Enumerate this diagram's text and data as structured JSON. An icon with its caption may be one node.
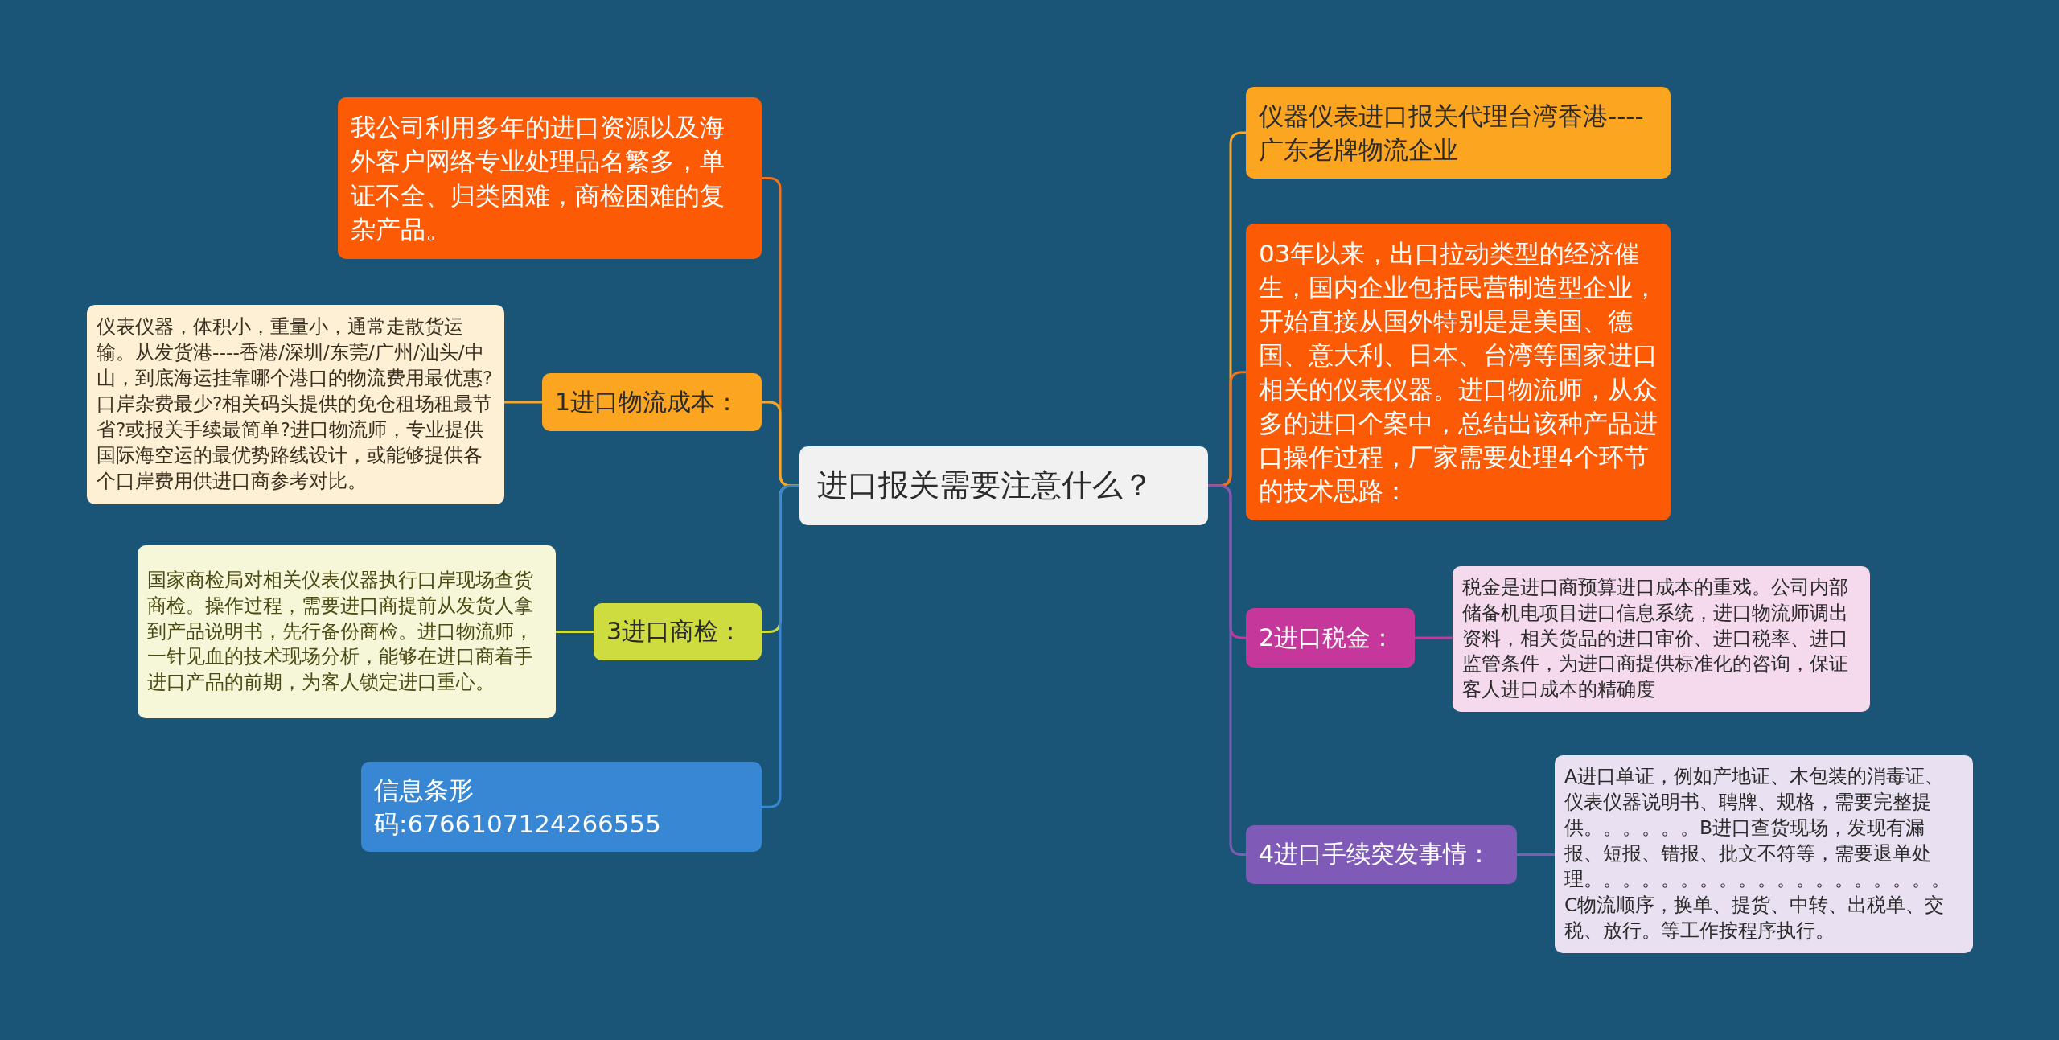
{
  "diagram": {
    "nodes": [
      {
        "text": [
          "进口报关需要注意什么？"
        ]
      },
      {
        "text": [
          "我公司利用多年的进口资源以及海外客户网络专业处理品名繁多，单证不全、归类困难，商检困难的复杂产品。"
        ]
      },
      {
        "text": [
          "1进口物流成本："
        ]
      },
      {
        "text": [
          "仪表仪器，体积小，重量小，通常走散货运输。从发货港----香港/深圳/东莞/广州/汕头/中山，到底海运挂靠哪个港口的物流费用最优惠?口岸杂费最少?相关码头提供的免仓租场租最节省?或报关手续最简单?进口物流师，专业提供国际海空运的最优势路线设计，或能够提供各个口岸费用供进口商参考对比。"
        ]
      },
      {
        "text": [
          "3进口商检："
        ]
      },
      {
        "text": [
          "国家商检局对相关仪表仪器执行口岸现场查货商检。操作过程，需要进口商提前从发货人拿到产品说明书，先行备份商检。进口物流师，一针见血的技术现场分析，能够在进口商着手进口产品的前期，为客人锁定进口重心。"
        ]
      },
      {
        "text": [
          "信息条形码:6766107124266555"
        ]
      },
      {
        "text": [
          "仪器仪表进口报关代理台湾香港----广东老牌物流企业"
        ]
      },
      {
        "text": [
          "03年以来，出口拉动类型的经济催生，国内企业包括民营制造型企业，开始直接从国外特别是是美国、德国、意大利、日本、台湾等国家进口相关的仪表仪器。进口物流师，从众多的进口个案中，总结出该种产品进口操作过程，厂家需要处理4个环节的技术思路："
        ]
      },
      {
        "text": [
          "2进口税金："
        ]
      },
      {
        "text": [
          "税金是进口商预算进口成本的重戏。公司内部储备机电项目进口信息系统，进口物流师调出资料，相关货品的进口审价、进口税率、进口监管条件，为进口商提供标准化的咨询，保证客人进口成本的精确度"
        ]
      },
      {
        "text": [
          "4进口手续突发事情："
        ]
      },
      {
        "text": [
          "A进口单证，例如产地证、木包装的消毒证、仪表仪器说明书、聘牌、规格，需要完整提供。。。。。。B进口查货现场，发现有漏报、短报、错报、批文不符等，需要退单处理。。。。。。。。。。。。。。。。。。。C物流顺序，换单、提货、中转、出税单、交税、放行。等工作按程序执行。"
        ]
      }
    ],
    "edges": [
      {
        "from": 0,
        "to": 1,
        "arrow": "none",
        "color": "#f0731e"
      },
      {
        "from": 0,
        "to": 2,
        "arrow": "none",
        "color": "#fca520"
      },
      {
        "from": 2,
        "to": 3,
        "arrow": "none",
        "color": "#fca520"
      },
      {
        "from": 0,
        "to": 4,
        "arrow": "none",
        "color": "#cfdc3f"
      },
      {
        "from": 4,
        "to": 5,
        "arrow": "none",
        "color": "#cfdc3f"
      },
      {
        "from": 0,
        "to": 6,
        "arrow": "none",
        "color": "#3787d4"
      },
      {
        "from": 0,
        "to": 7,
        "arrow": "none",
        "color": "#fca520"
      },
      {
        "from": 0,
        "to": 8,
        "arrow": "none",
        "color": "#f0731e"
      },
      {
        "from": 0,
        "to": 9,
        "arrow": "none",
        "color": "#c5379a"
      },
      {
        "from": 9,
        "to": 10,
        "arrow": "none",
        "color": "#c5379a"
      },
      {
        "from": 0,
        "to": 11,
        "arrow": "none",
        "color": "#7f5ab6"
      },
      {
        "from": 11,
        "to": 12,
        "arrow": "none",
        "color": "#7f5ab6"
      }
    ]
  }
}
